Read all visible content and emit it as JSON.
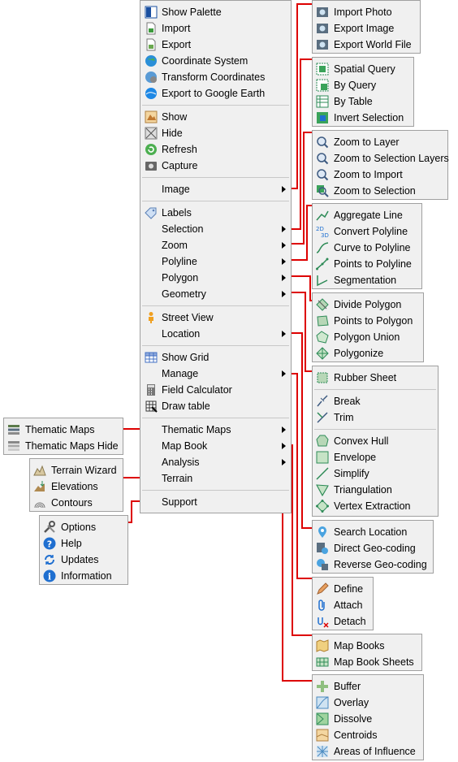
{
  "main": {
    "show_palette": "Show Palette",
    "import": "Import",
    "export": "Export",
    "coordinate_system": "Coordinate System",
    "transform_coordinates": "Transform Coordinates",
    "export_google_earth": "Export to Google Earth",
    "show": "Show",
    "hide": "Hide",
    "refresh": "Refresh",
    "capture": "Capture",
    "image": "Image",
    "labels": "Labels",
    "selection": "Selection",
    "zoom": "Zoom",
    "polyline": "Polyline",
    "polygon": "Polygon",
    "geometry": "Geometry",
    "street_view": "Street View",
    "location": "Location",
    "show_grid": "Show Grid",
    "manage": "Manage",
    "field_calculator": "Field Calculator",
    "draw_table": "Draw table",
    "thematic_maps": "Thematic Maps",
    "map_book": "Map Book",
    "analysis": "Analysis",
    "terrain": "Terrain",
    "support": "Support"
  },
  "image_menu": [
    "Import Photo",
    "Export Image",
    "Export World File"
  ],
  "selection_menu": [
    "Spatial Query",
    "By Query",
    "By Table",
    "Invert Selection"
  ],
  "zoom_menu": [
    "Zoom to Layer",
    "Zoom to Selection Layers",
    "Zoom to Import",
    "Zoom to Selection"
  ],
  "polyline_menu": [
    "Aggregate Line",
    "Convert Polyline",
    "Curve to Polyline",
    "Points to Polyline",
    "Segmentation"
  ],
  "polygon_menu": [
    "Divide Polygon",
    "Points to Polygon",
    "Polygon Union",
    "Polygonize"
  ],
  "geometry_menu": {
    "group1": [
      "Rubber Sheet"
    ],
    "group2": [
      "Break",
      "Trim"
    ],
    "group3": [
      "Convex Hull",
      "Envelope",
      "Simplify",
      "Triangulation",
      "Vertex Extraction"
    ]
  },
  "location_menu": [
    "Search Location",
    "Direct Geo-coding",
    "Reverse Geo-coding"
  ],
  "manage_menu": [
    "Define",
    "Attach",
    "Detach"
  ],
  "mapbook_menu": [
    "Map Books",
    "Map Book Sheets"
  ],
  "analysis_menu": [
    "Buffer",
    "Overlay",
    "Dissolve",
    "Centroids",
    "Areas of Influence"
  ],
  "thematic_menu": [
    "Thematic Maps",
    "Thematic Maps Hide"
  ],
  "terrain_menu": [
    "Terrain Wizard",
    "Elevations",
    "Contours"
  ],
  "support_menu": [
    "Options",
    "Help",
    "Updates",
    "Information"
  ],
  "colors": {
    "connector": "#dd0000",
    "menu_bg": "#f0f0f0",
    "menu_border": "#a0a0a0"
  }
}
